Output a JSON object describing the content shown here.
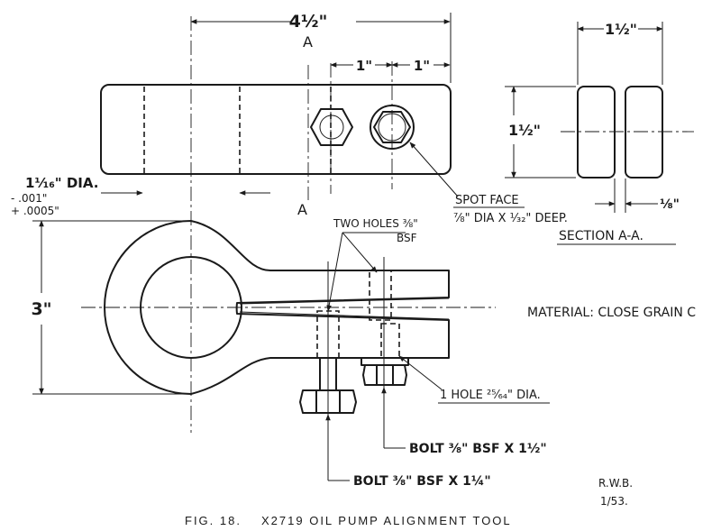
{
  "dimensions": {
    "overall_length": "4½\"",
    "bolt_spacing_a": "1\"",
    "bolt_spacing_b": "1\"",
    "section_width": "1½\"",
    "section_height": "1½\"",
    "section_gap": "⅛\"",
    "overall_height": "3\"",
    "bore_dia": "1⅟₁₆\" DIA.",
    "bore_tol_minus": "- .001\"",
    "bore_tol_plus": "+ .0005\""
  },
  "section_markers": {
    "top": "A",
    "bottom": "A"
  },
  "annotations": {
    "spot_face_line1": "SPOT FACE",
    "spot_face_line2": "⅞\" DIA X ⅟₃₂\" DEEP.",
    "section_label": "SECTION A-A.",
    "two_holes_line1": "TWO HOLES ⅜\"",
    "two_holes_line2": "BSF",
    "material": "MATERIAL: CLOSE GRAIN C",
    "one_hole": "1 HOLE ²⁵⁄₆₄\" DIA.",
    "bolt_long": "BOLT ⅜\" BSF X 1½\"",
    "bolt_short": "BOLT ⅜\" BSF X 1¼\""
  },
  "signature": {
    "initials": "R.W.B.",
    "date": "1/53."
  },
  "caption": {
    "fig": "FIG. 18.",
    "title": "X2719 OIL PUMP ALIGNMENT TOOL"
  }
}
